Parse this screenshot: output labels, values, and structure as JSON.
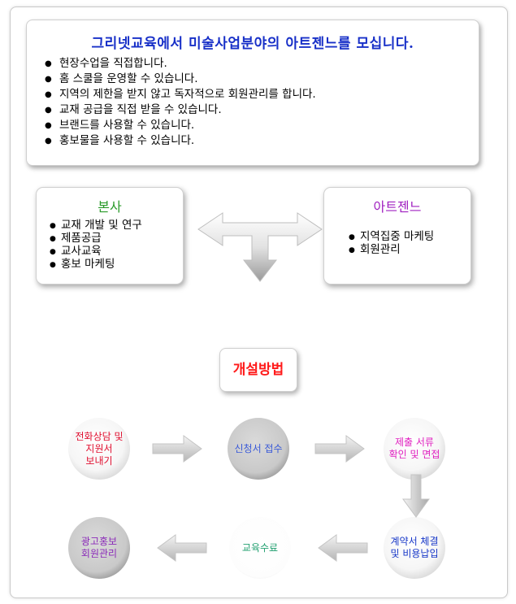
{
  "intro": {
    "title": "그리넷교육에서 미술사업분야의 아트젠느를 모십니다.",
    "bullets": [
      "현장수업을 직접합니다.",
      "홈 스쿨을 운영할 수 있습니다.",
      "지역의 제한을 받지 않고 독자적으로 회원관리를 합니다.",
      "교재 공급을 직접 받을 수 있습니다.",
      "브랜드를 사용할 수 있습니다.",
      "홍보물을 사용할 수 있습니다."
    ]
  },
  "headquarters": {
    "title": "본사",
    "items": [
      "교재 개발 및 연구",
      "제품공급",
      "교사교육",
      "홍보 마케팅"
    ]
  },
  "artgenne": {
    "title": "아트젠느",
    "items": [
      "지역집중 마케팅",
      "회원관리"
    ]
  },
  "method": {
    "title": "개설방법"
  },
  "steps": {
    "s1": [
      "전화상담 및",
      "지원서",
      "보내기"
    ],
    "s2": [
      "신청서 접수"
    ],
    "s3": [
      "제출 서류",
      "확인 및 면접"
    ],
    "s4": [
      "계약서 체결",
      "및 비용납입"
    ],
    "s5": [
      "교육수료"
    ],
    "s6": [
      "광고홍보",
      "회원관리"
    ]
  },
  "colors": {
    "title_blue": "#1830c8",
    "hq_green": "#2a9a2a",
    "artgenne_purple": "#a020c0",
    "method_red": "#ff1a1a",
    "step1_red": "#e01030",
    "step2_blue": "#3a5ad8",
    "step3_magenta": "#e020c0",
    "step4_blue": "#1838c8",
    "step5_green": "#22a070",
    "step6_purple": "#8a2ab8"
  }
}
